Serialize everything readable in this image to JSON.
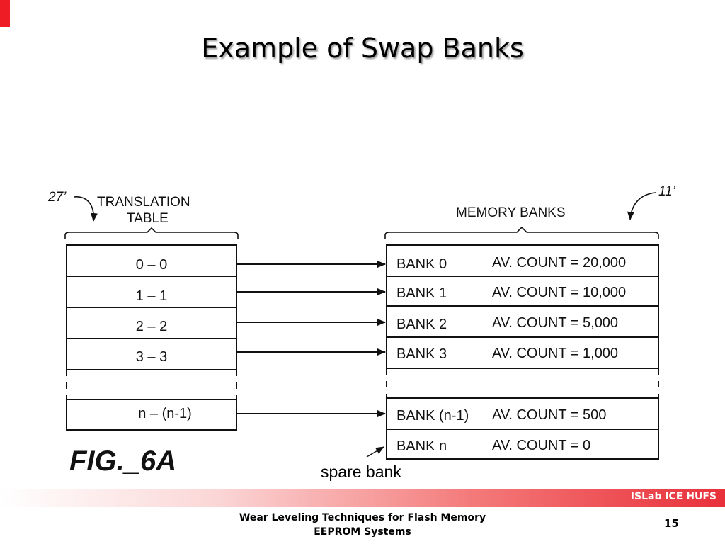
{
  "slide": {
    "title": "Example of Swap Banks",
    "accent_color": "#ee1c25"
  },
  "diagram": {
    "translation_table": {
      "ref": "27’",
      "header_line1": "TRANSLATION",
      "header_line2": "TABLE",
      "rows": [
        "0 – 0",
        "1 – 1",
        "2 – 2",
        "3 – 3",
        "",
        "n – (n-1)"
      ]
    },
    "memory_banks": {
      "ref": "11’",
      "header": "MEMORY BANKS",
      "rows": [
        {
          "bank": "BANK 0",
          "count": "AV. COUNT = 20,000"
        },
        {
          "bank": "BANK 1",
          "count": "AV. COUNT = 10,000"
        },
        {
          "bank": "BANK 2",
          "count": "AV. COUNT = 5,000"
        },
        {
          "bank": "BANK 3",
          "count": "AV. COUNT = 1,000"
        },
        {
          "bank": "",
          "count": ""
        },
        {
          "bank": "BANK (n-1)",
          "count": "AV. COUNT = 500"
        },
        {
          "bank": "BANK n",
          "count": "AV. COUNT = 0"
        }
      ]
    },
    "figure_label": "FIG._6A",
    "spare_label": "spare bank"
  },
  "footer": {
    "brand": "ISLab ICE HUFS",
    "course_line1": "Wear Leveling Techniques for Flash Memory",
    "course_line2": "EEPROM Systems",
    "page": "15"
  }
}
